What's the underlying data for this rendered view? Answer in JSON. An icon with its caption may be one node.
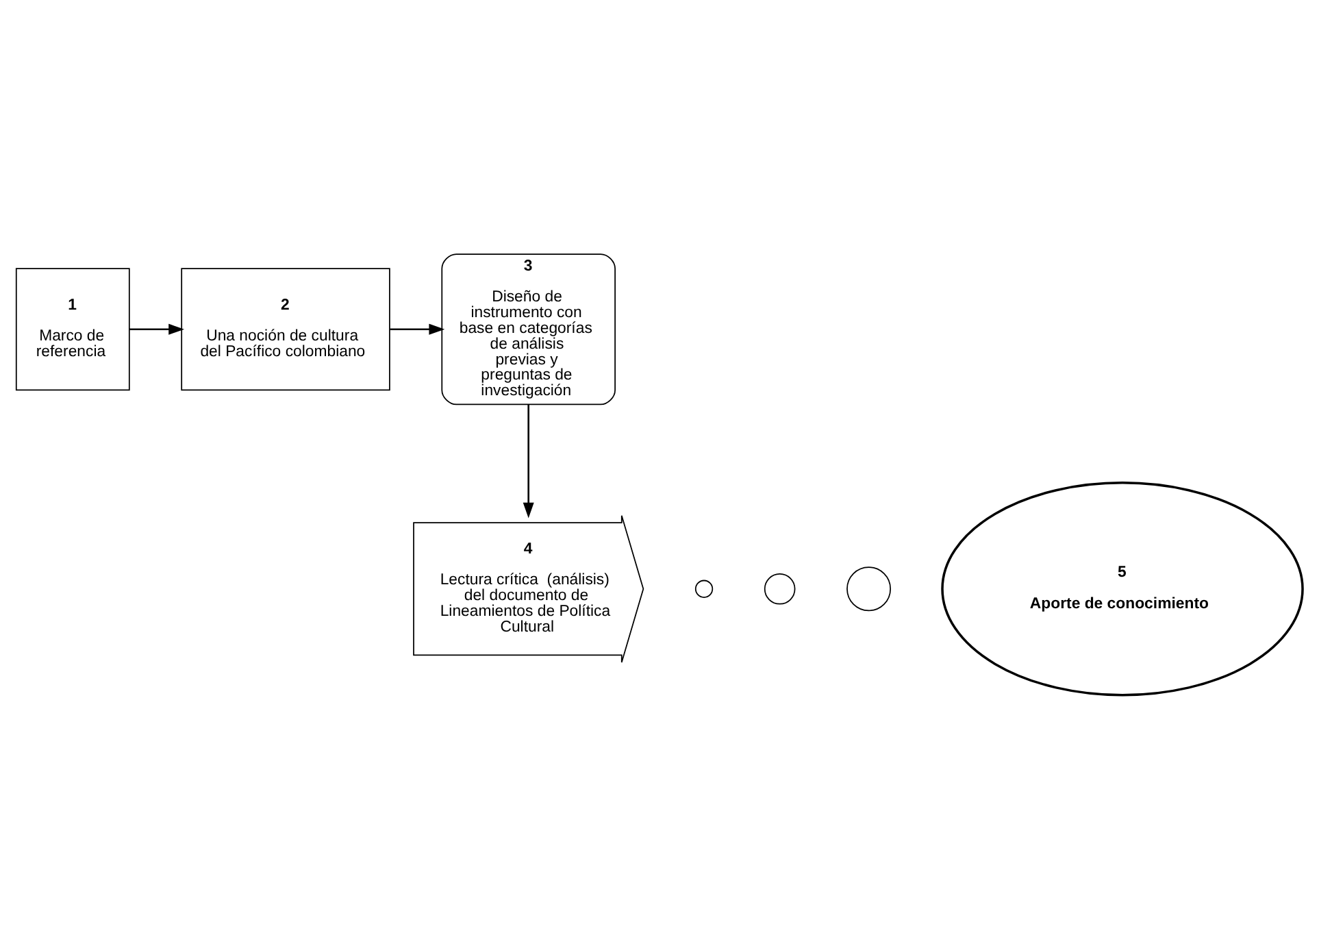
{
  "diagram": {
    "nodes": [
      {
        "text": [
          "1",
          "Marco de referencia"
        ]
      },
      {
        "text": [
          "2",
          "Una noción de cultura del Pacífico colombiano"
        ]
      },
      {
        "text": [
          "3",
          "Diseño de instrumento con base en categorías de análisis previas y preguntas de investigación"
        ]
      },
      {
        "text": [
          "4",
          "Lectura crítica  (análisis) del documento de Lineamientos de Política Cultural"
        ]
      },
      {
        "text": [],
        "shape": "circle"
      },
      {
        "text": [],
        "shape": "circle"
      },
      {
        "text": [],
        "shape": "circle"
      },
      {
        "text": [
          "5",
          "Aporte de conocimiento"
        ]
      }
    ],
    "edges": [
      {
        "from": 0,
        "to": 1,
        "arrow": "to"
      },
      {
        "from": 1,
        "to": 2,
        "arrow": "to"
      },
      {
        "from": 2,
        "to": 3,
        "arrow": "to"
      }
    ]
  }
}
